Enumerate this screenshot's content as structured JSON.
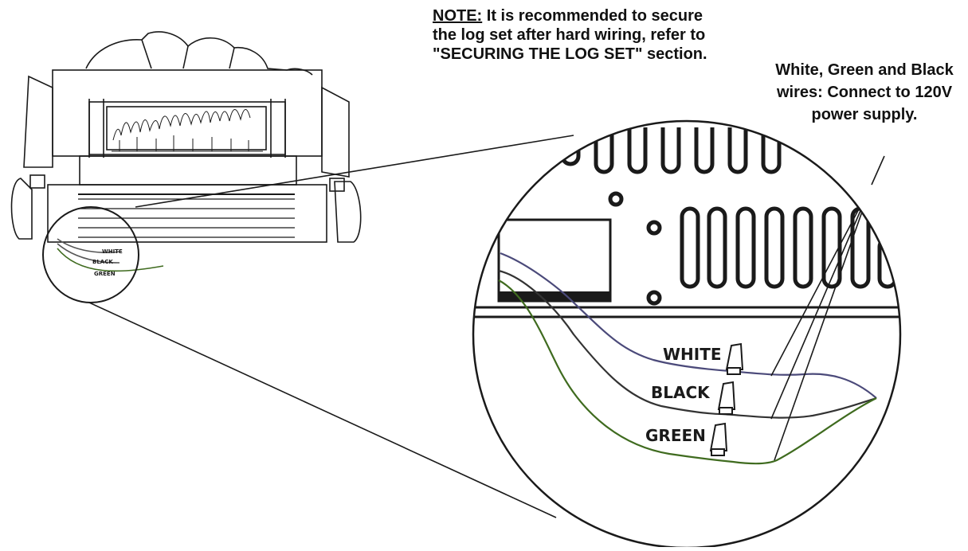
{
  "note": {
    "lead": "NOTE:",
    "text": " It is recommended to secure the log set after hard wiring, refer to \"SECURING THE LOG SET\" section."
  },
  "wires_callout": {
    "text": "White, Green and Black wires: Connect to 120V power supply."
  },
  "wire_labels": {
    "white": "WHITE",
    "black": "BLACK",
    "green": "GREEN"
  },
  "colors": {
    "outline": "#1a1a1a",
    "white_wire": "#4b4a7a",
    "black_wire": "#333333",
    "green_wire": "#3f6b1f"
  }
}
